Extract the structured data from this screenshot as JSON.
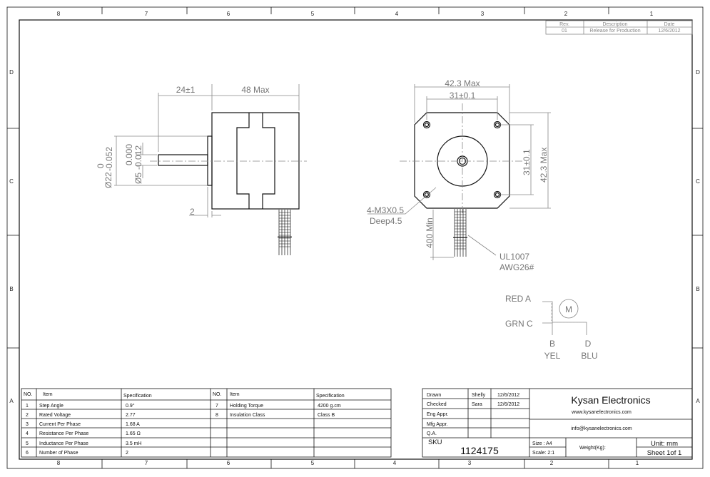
{
  "zones": {
    "top": [
      "8",
      "7",
      "6",
      "5",
      "4",
      "3",
      "2",
      "1"
    ],
    "bottom": [
      "8",
      "7",
      "6",
      "5",
      "4",
      "3",
      "2",
      "1"
    ],
    "rows": [
      "D",
      "C",
      "B",
      "A"
    ]
  },
  "revision": {
    "headers": [
      "Rev.",
      "Description",
      "Date"
    ],
    "rows": [
      [
        "01",
        "Release for Production",
        "12/6/2012"
      ]
    ]
  },
  "side_view": {
    "shaft_length": "24±1",
    "body_length": "48 Max",
    "flange_diameter": "Ø22",
    "flange_tol_upper": "0",
    "flange_tol_lower": "-0.052",
    "shaft_diameter": "Ø5",
    "shaft_tol_upper": "0.000",
    "shaft_tol_lower": "-0.012",
    "flange_thickness": "2"
  },
  "front_view": {
    "width": "42.3 Max",
    "hole_spacing_x": "31±0.1",
    "hole_spacing_y": "31±0.1",
    "height": "42.3 Max",
    "holes_note_1": "4-M3X0.5",
    "holes_note_2": "Deep4.5",
    "lead_length": "400 Min",
    "wire_note_1": "UL1007",
    "wire_note_2": "AWG26#"
  },
  "wiring": {
    "motor": "M",
    "a": "RED  A",
    "c": "GRN  C",
    "b": "B",
    "d": "D",
    "b_color": "YEL",
    "d_color": "BLU"
  },
  "spec_table": {
    "headers": [
      "NO.",
      "Item",
      "Specification",
      "NO.",
      "Item",
      "Specification"
    ],
    "left": [
      [
        "1",
        "Step Angle",
        "0.9°"
      ],
      [
        "2",
        "Rated Voltage",
        "2.77"
      ],
      [
        "3",
        "Current Per Phase",
        "1.68 A"
      ],
      [
        "4",
        "Resistance Per Phase",
        "1.65 Ω"
      ],
      [
        "5",
        "Inductance Per Phase",
        "3.5 mH"
      ],
      [
        "6",
        "Number of Phase",
        "2"
      ]
    ],
    "right": [
      [
        "7",
        "Holding Torque",
        "4200 g.cm"
      ],
      [
        "8",
        "Insulation Class",
        "Class B"
      ]
    ]
  },
  "title_block": {
    "approvals": [
      [
        "Drawn",
        "Shelly",
        "12/6/2012"
      ],
      [
        "Checked",
        "Sara",
        "12/6/2012"
      ],
      [
        "Eng Appr.",
        "",
        ""
      ],
      [
        "Mfg Appr.",
        "",
        ""
      ],
      [
        "Q.A.",
        "",
        ""
      ]
    ],
    "company": "Kysan Electronics",
    "website": "www.kysanelectronics.com",
    "email": "info@kysanelectronics.com",
    "sku_label": "SKU",
    "sku": "1124175",
    "size": "Size : A4",
    "scale": "Scale: 2:1",
    "weight": "Weight(Kg):",
    "unit": "Unit: mm",
    "sheet": "Sheet 1of 1"
  }
}
